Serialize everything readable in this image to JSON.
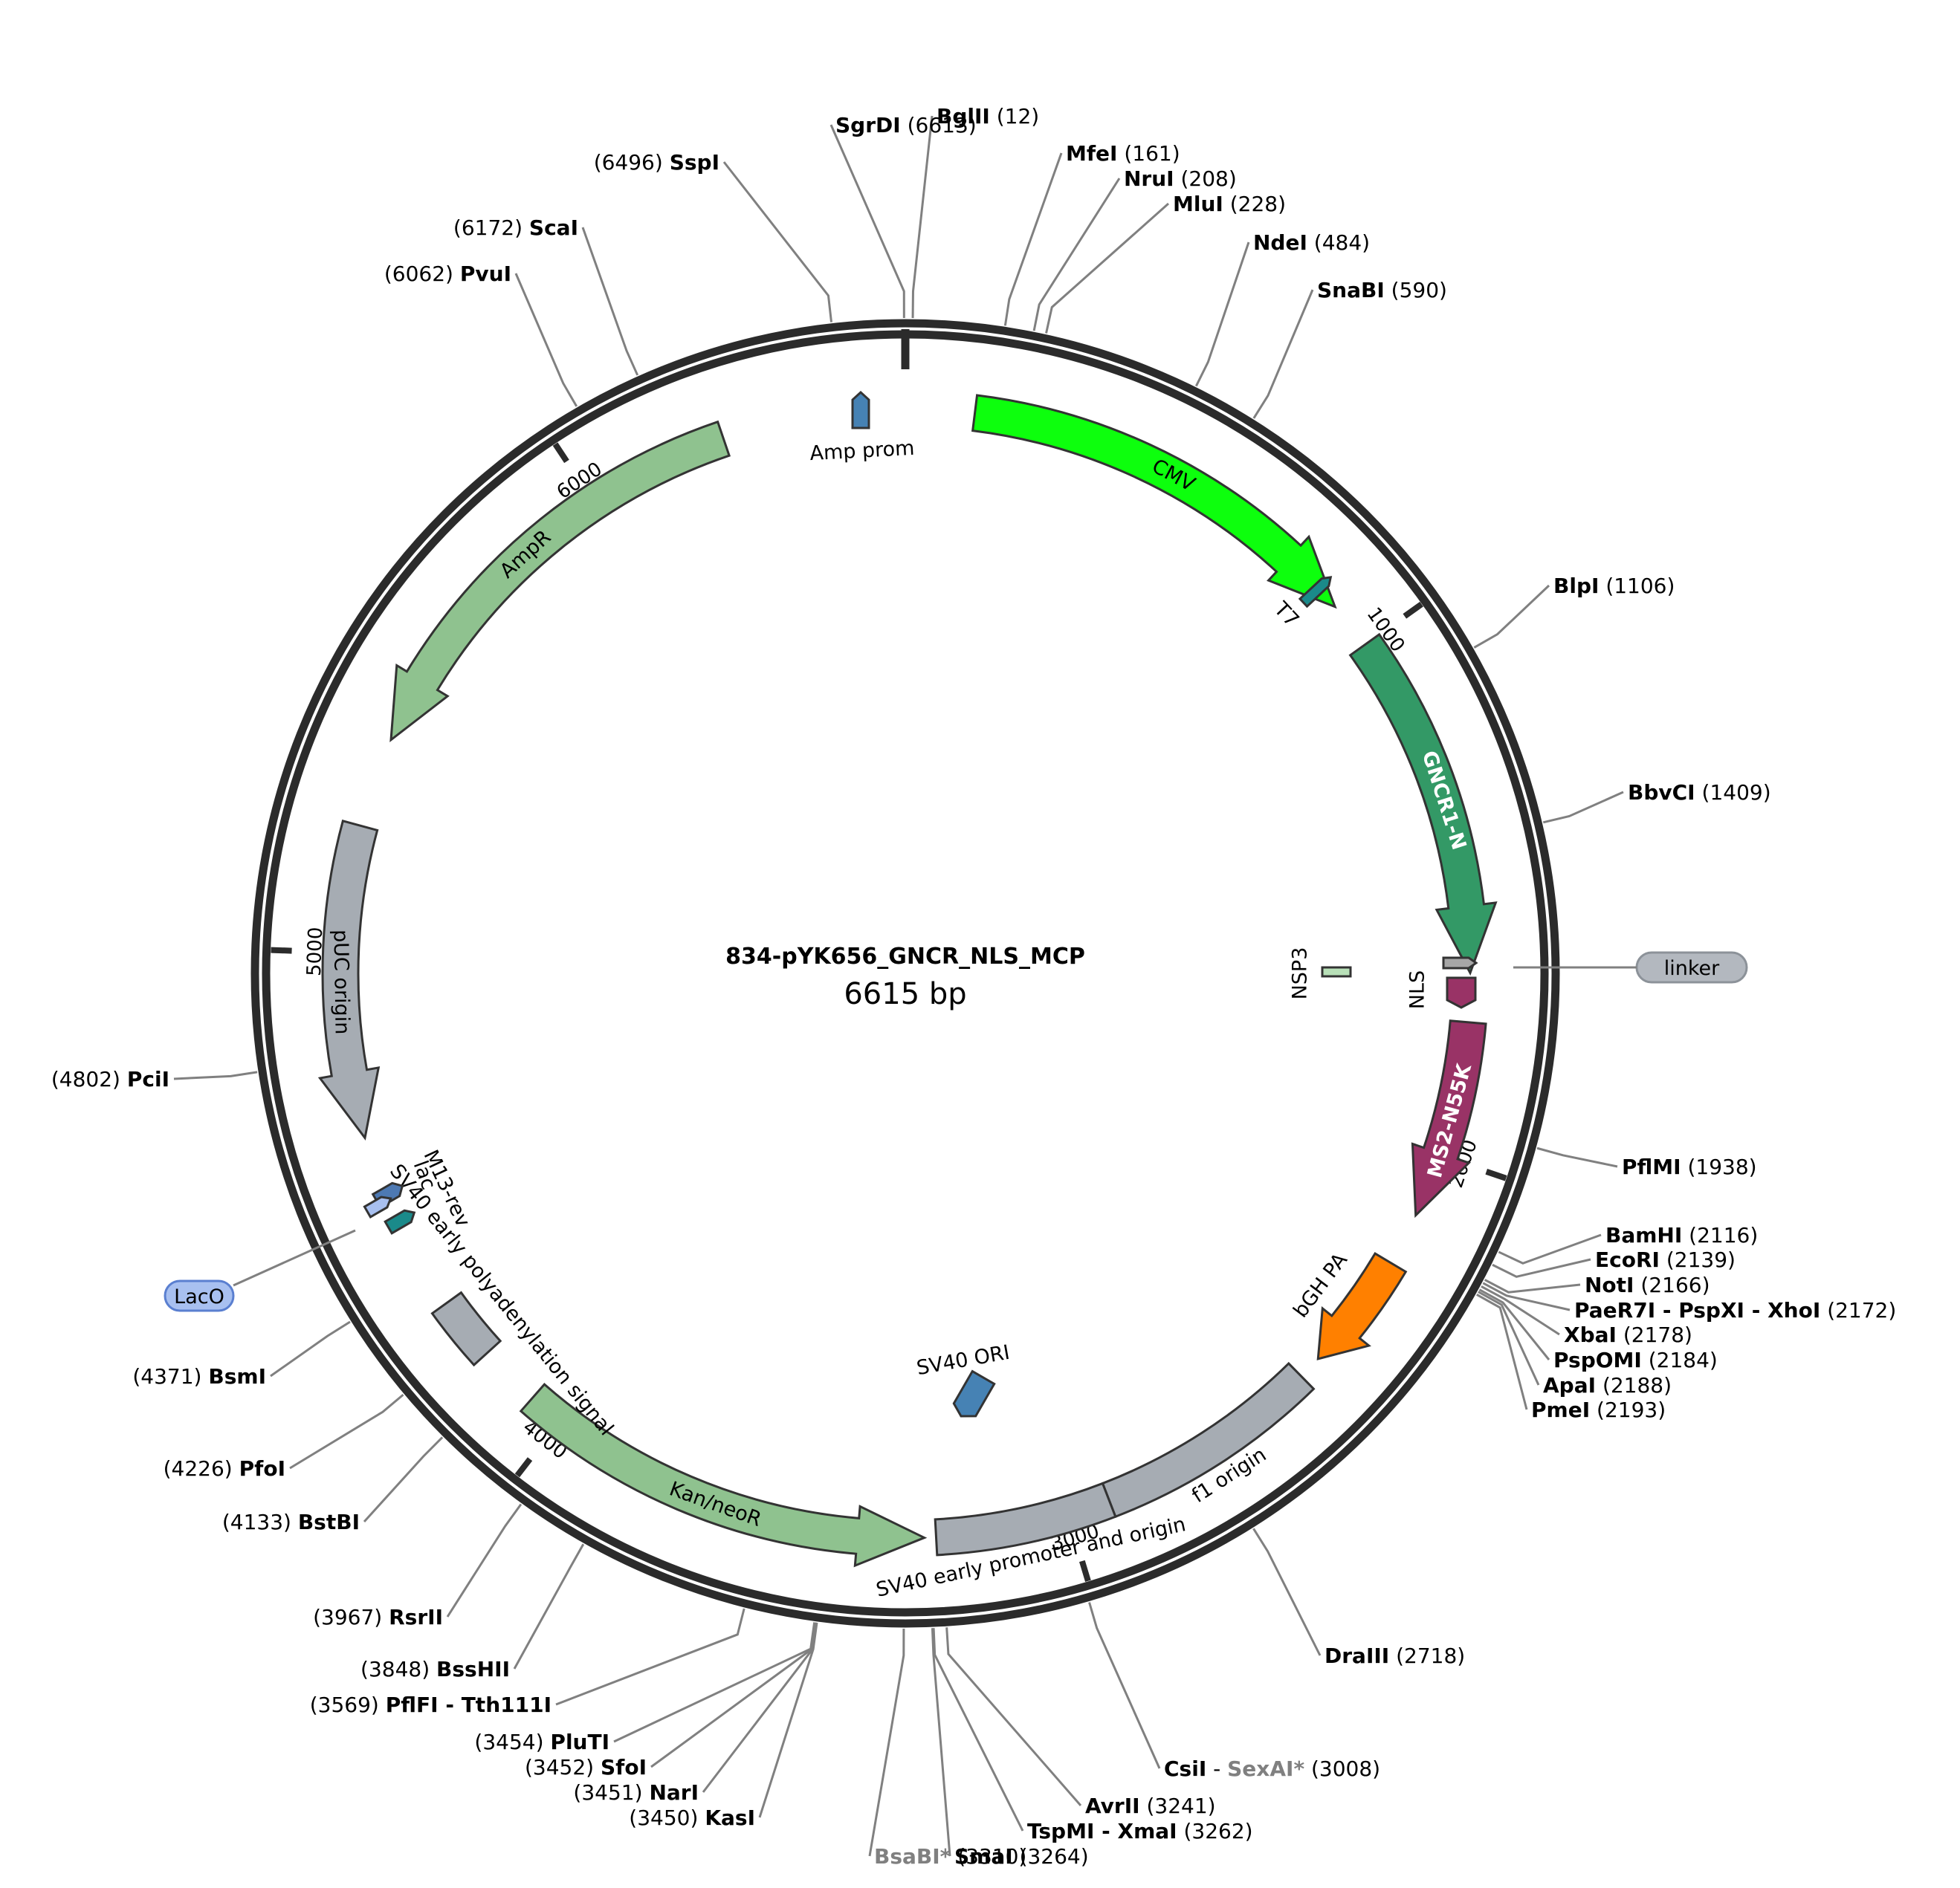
{
  "plasmid": {
    "name": "834-pYK656_GNCR_NLS_MCP",
    "length_label": "6615 bp",
    "length": 6615
  },
  "ticks": [
    {
      "pos": 1000,
      "label": "1000"
    },
    {
      "pos": 2000,
      "label": "2000"
    },
    {
      "pos": 3000,
      "label": "3000"
    },
    {
      "pos": 4000,
      "label": "4000"
    },
    {
      "pos": 5000,
      "label": "5000"
    },
    {
      "pos": 6000,
      "label": "6000"
    }
  ],
  "features": [
    {
      "name": "CMV",
      "start": 130,
      "end": 910,
      "strand": 1,
      "color": "#0dff0d",
      "label_color": "#000000",
      "arrow": true,
      "track": 0
    },
    {
      "name": "T7",
      "start": 954,
      "end": 973,
      "strand": 1,
      "color": "#1a8a8a",
      "label_color": "#000000",
      "arrow": true,
      "track": 0
    },
    {
      "name": "GNCR1-N",
      "start": 1000,
      "end": 1653,
      "strand": 1,
      "color": "#339966",
      "label_color": "#ffffff",
      "arrow": true,
      "track": 0
    },
    {
      "name": "linker",
      "start": 1654,
      "end": 1683,
      "strand": 1,
      "color": "#a6a6a6",
      "label_color": "#000000",
      "arrow": true,
      "track": 0
    },
    {
      "name": "NLS",
      "start": 1686,
      "end": 1740,
      "strand": 1,
      "color": "#993366",
      "label_color": "#000000",
      "arrow": true,
      "track": 0
    },
    {
      "name": "MS2-N55K",
      "start": 1745,
      "end": 2120,
      "strand": 1,
      "color": "#993366",
      "label_color": "#ffffff",
      "arrow": true,
      "track": 0
    },
    {
      "name": "bGH PA",
      "start": 2220,
      "end": 2445,
      "strand": 1,
      "color": "#ff8000",
      "label_color": "#000000",
      "arrow": true,
      "track": 0
    },
    {
      "name": "f1 origin",
      "start": 2490,
      "end": 2919,
      "strand": 0,
      "color": "#a6acb3",
      "label_color": "#000000",
      "arrow": false,
      "track": 0
    },
    {
      "name": "SV40 early promoter and origin",
      "start": 2919,
      "end": 3250,
      "strand": 0,
      "color": "#a6acb3",
      "label_color": "#000000",
      "arrow": false,
      "track": 0
    },
    {
      "name": "Kan/neoR",
      "start": 3272,
      "end": 4066,
      "strand": -1,
      "color": "#8fc28f",
      "label_color": "#000000",
      "arrow": true,
      "track": 0
    },
    {
      "name": "SV40 early polyadenylation signal",
      "start": 4185,
      "end": 4305,
      "strand": 0,
      "color": "#a6acb3",
      "label_color": "#000000",
      "arrow": false,
      "track": 0
    },
    {
      "name": "pUC origin",
      "start": 4650,
      "end": 5240,
      "strand": -1,
      "color": "#a6acb3",
      "label_color": "#000000",
      "arrow": true,
      "track": 0
    },
    {
      "name": "AmpR",
      "start": 5410,
      "end": 6270,
      "strand": -1,
      "color": "#8fc28f",
      "label_color": "#000000",
      "arrow": true,
      "track": 0
    },
    {
      "name": "Amp prom",
      "start": 6470,
      "end": 6520,
      "strand": -1,
      "color": "#4682b4",
      "label_color": "#000000",
      "arrow": true,
      "track": 0
    },
    {
      "name": "SV40 ORI",
      "start": 3210,
      "end": 3290,
      "strand": -1,
      "color": "#4682b4",
      "label_color": "#000000",
      "arrow": true,
      "track": 2
    },
    {
      "name": "NSP3",
      "start": 1670,
      "end": 1700,
      "strand": 0,
      "color": "#b8e0b8",
      "label_color": "#000000",
      "arrow": false,
      "track": 3
    },
    {
      "name": "lac",
      "start": 4400,
      "end": 4430,
      "strand": -1,
      "color": "#4d79b3",
      "label_color": "#000000",
      "arrow": true,
      "track": 0
    },
    {
      "name": "M13-rev",
      "start": 4385,
      "end": 4400,
      "strand": -1,
      "color": "#1a8a8a",
      "label_color": "#000000",
      "arrow": true,
      "track": 0
    },
    {
      "name": "LacO",
      "start": 4375,
      "end": 4395,
      "strand": -1,
      "color": "#a8c0f0",
      "label_color": "#000000",
      "arrow": true,
      "track": 0
    }
  ],
  "sites": [
    {
      "name": "BglII",
      "pos": 12,
      "label_pos": "(12)",
      "unique": true
    },
    {
      "name": "MfeI",
      "pos": 161,
      "label_pos": "(161)",
      "unique": true
    },
    {
      "name": "NruI",
      "pos": 208,
      "label_pos": "(208)",
      "unique": true
    },
    {
      "name": "MluI",
      "pos": 228,
      "label_pos": "(228)",
      "unique": true
    },
    {
      "name": "NdeI",
      "pos": 484,
      "label_pos": "(484)",
      "unique": true
    },
    {
      "name": "SnaBI",
      "pos": 590,
      "label_pos": "(590)",
      "unique": true
    },
    {
      "name": "BlpI",
      "pos": 1106,
      "label_pos": "(1106)",
      "unique": true
    },
    {
      "name": "BbvCI",
      "pos": 1409,
      "label_pos": "(1409)",
      "unique": true
    },
    {
      "name": "PflMI",
      "pos": 1938,
      "label_pos": "(1938)",
      "unique": true
    },
    {
      "name": "BamHI",
      "pos": 2116,
      "label_pos": "(2116)",
      "unique": true
    },
    {
      "name": "EcoRI",
      "pos": 2139,
      "label_pos": "(2139)",
      "unique": true
    },
    {
      "name": "NotI",
      "pos": 2166,
      "label_pos": "(2166)",
      "unique": true
    },
    {
      "name": "PaeR7I - PspXI - XhoI",
      "pos": 2172,
      "label_pos": "(2172)",
      "unique": true
    },
    {
      "name": "XbaI",
      "pos": 2178,
      "label_pos": "(2178)",
      "unique": true
    },
    {
      "name": "PspOMI",
      "pos": 2184,
      "label_pos": "(2184)",
      "unique": true
    },
    {
      "name": "ApaI",
      "pos": 2188,
      "label_pos": "(2188)",
      "unique": true
    },
    {
      "name": "PmeI",
      "pos": 2193,
      "label_pos": "(2193)",
      "unique": true
    },
    {
      "name": "DraIII",
      "pos": 2718,
      "label_pos": "(2718)",
      "unique": true
    },
    {
      "name": "CsiI",
      "name2": "SexAI*",
      "pos": 3008,
      "label_pos": "(3008)",
      "unique": true
    },
    {
      "name": "AvrII",
      "pos": 3241,
      "label_pos": "(3241)",
      "unique": true
    },
    {
      "name": "TspMI - XmaI",
      "pos": 3262,
      "label_pos": "(3262)",
      "unique": true
    },
    {
      "name": "SmaI",
      "pos": 3264,
      "label_pos": "(3264)",
      "unique": true
    },
    {
      "name": "BsaBI*",
      "pos": 3310,
      "label_pos": "(3310)",
      "unique": false
    },
    {
      "name": "KasI",
      "pos": 3450,
      "label_pos": "(3450)",
      "unique": true
    },
    {
      "name": "NarI",
      "pos": 3451,
      "label_pos": "(3451)",
      "unique": true
    },
    {
      "name": "SfoI",
      "pos": 3452,
      "label_pos": "(3452)",
      "unique": true
    },
    {
      "name": "PluTI",
      "pos": 3454,
      "label_pos": "(3454)",
      "unique": true
    },
    {
      "name": "PflFI - Tth111I",
      "pos": 3569,
      "label_pos": "(3569)",
      "unique": true
    },
    {
      "name": "BssHII",
      "pos": 3848,
      "label_pos": "(3848)",
      "unique": true
    },
    {
      "name": "RsrII",
      "pos": 3967,
      "label_pos": "(3967)",
      "unique": true
    },
    {
      "name": "BstBI",
      "pos": 4133,
      "label_pos": "(4133)",
      "unique": true
    },
    {
      "name": "PfoI",
      "pos": 4226,
      "label_pos": "(4226)",
      "unique": true
    },
    {
      "name": "BsmI",
      "pos": 4371,
      "label_pos": "(4371)",
      "unique": true
    },
    {
      "name": "PciI",
      "pos": 4802,
      "label_pos": "(4802)",
      "unique": true
    },
    {
      "name": "PvuI",
      "pos": 6062,
      "label_pos": "(6062)",
      "unique": true
    },
    {
      "name": "ScaI",
      "pos": 6172,
      "label_pos": "(6172)",
      "unique": true
    },
    {
      "name": "SspI",
      "pos": 6496,
      "label_pos": "(6496)",
      "unique": true
    },
    {
      "name": "SgrDI",
      "pos": 6613,
      "label_pos": "(6613)",
      "unique": true
    }
  ],
  "pills": [
    {
      "name": "linker",
      "color": "#b3b8bf",
      "stroke": "#8c9299"
    },
    {
      "name": "LacO",
      "color": "#a8c0f0",
      "stroke": "#5a7fd0"
    }
  ]
}
